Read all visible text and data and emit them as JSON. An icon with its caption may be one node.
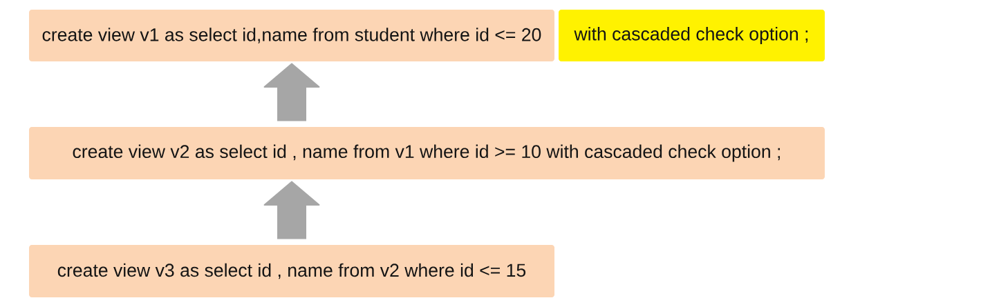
{
  "diagram": {
    "nodes": [
      {
        "text": [
          "create view v1 as select id,name from student where id <= 20"
        ]
      },
      {
        "text": [
          "with cascaded check option ;"
        ]
      },
      {
        "text": [
          "create view v2 as select id , name from v1 where id >= 10 with cascaded check option ;"
        ]
      },
      {
        "text": [
          "create view v3 as select id , name from v2 where id <= 15"
        ]
      }
    ],
    "edges": [
      {
        "from": 2,
        "to": 0,
        "arrow": "to"
      },
      {
        "from": 3,
        "to": 2,
        "arrow": "to"
      }
    ]
  }
}
